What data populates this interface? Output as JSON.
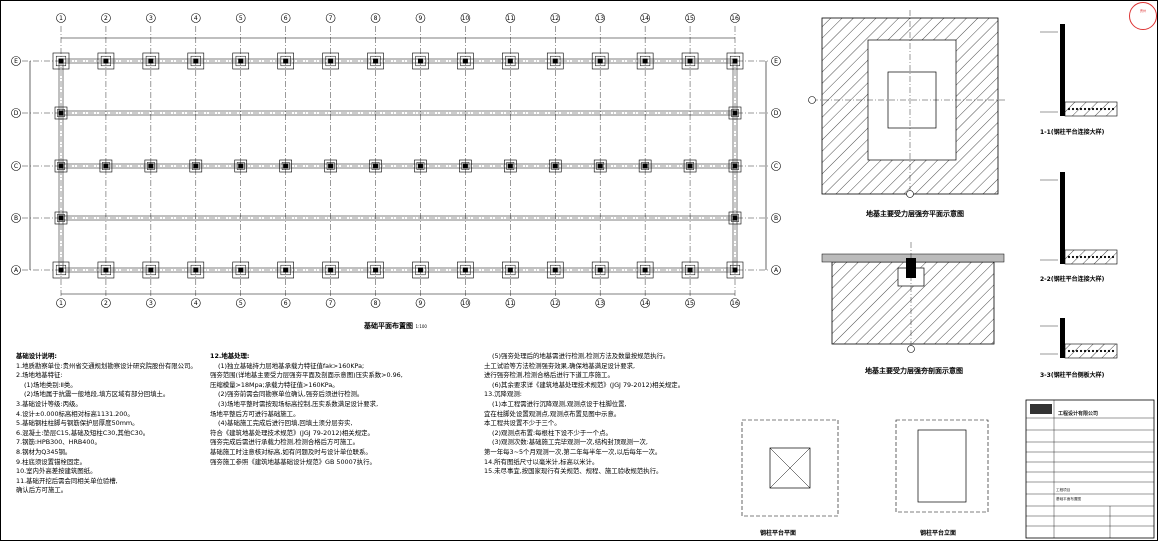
{
  "drawing": {
    "plan_title": "基础平面布置图",
    "plan_scale": "1:100",
    "grid_numbers": [
      "1",
      "2",
      "3",
      "4",
      "5",
      "6",
      "7",
      "8",
      "9",
      "10",
      "11",
      "12",
      "13",
      "14",
      "15",
      "16"
    ],
    "grid_letters": [
      "E",
      "D",
      "C",
      "B",
      "A"
    ],
    "strengthen_plan_title": "地基主要受力层强夯平面示意图",
    "strengthen_section_title": "地基主要受力层强夯剖面示意图",
    "section_1": "1-1(钢柱平台连接大样)",
    "section_2": "2-2(钢柱平台连接大样)",
    "section_3": "3-3(钢柱平台侧板大样)",
    "platform_plan": "钢柱平台平面",
    "platform_elev": "钢柱平台立面"
  },
  "notes_col1": {
    "title": "基础设计说明:",
    "lines": [
      "1.地质勘察单位:贵州省交通规划勘察设计研究院股份有限公司。",
      "2.场地地基特征:",
      "(1)场地类别:Ⅱ类。",
      "(2)场地属于抗震一般地段,填方区域有部分回填土。",
      "3.基础设计等级:丙级。",
      "4.设计±0.000标高相对标高1131.200。",
      "5.基础钢柱柱脚与钢筋保护层厚度50mm。",
      "6.混凝土:垫层C15,基础及短柱C30,其他C30。",
      "7.钢筋:HPB300、HRB400。",
      "8.钢材为Q345钢。",
      "9.柱底须设置锚栓固定。",
      "10.室内外高差按建筑图纸。",
      "11.基础开挖后需会同相关单位验槽,",
      "  确认后方可施工。"
    ]
  },
  "notes_col2": {
    "title": "12.地基处理:",
    "lines": [
      "(1)独立基础持力层地基承载力特征值fak>160KPa;",
      "强夯范围(详地基主要受力层强夯平面及剖面示意图)压实系数>0.96,",
      "压缩模量>18Mpa;承载力特征值>160KPa。",
      "(2)强夯前需会同勘察单位确认,强夯后须进行检测。",
      "(3)场地平整时需按现场标高控制,压实系数满足设计要求,",
      "场地平整后方可进行基础施工。",
      "(4)基础施工完成后进行回填,回填土须分层夯实,",
      "符合《建筑地基处理技术规范》(JGJ 79-2012)相关规定。",
      "强夯完成后需进行承载力检测,检测合格后方可施工。",
      "基础施工时注意核对标高,如有问题及时与设计单位联系。",
      "强夯施工参照《建筑地基基础设计规范》GB 50007执行。"
    ]
  },
  "notes_col3": {
    "lines": [
      "(5)强夯处理后的地基需进行检测,检测方法及数量按规范执行。",
      "土工试验等方法检测强夯效果,确保地基满足设计要求,",
      "进行强夯检测,检测合格后进行下道工序施工。",
      "(6)其余要求详《建筑地基处理技术规范》(JGJ 79-2012)相关规定。",
      "13.沉降观测:",
      "(1)本工程需进行沉降观测,观测点设于柱脚位置,",
      "宜在柱脚处设置观测点,观测点布置见图中示意。",
      "本工程共设置不少于三个。",
      "(2)观测点布置:每根柱下设不少于一个点。",
      "(3)观测次数:基础施工完毕观测一次,结构封顶观测一次,",
      "第一年每3~5个月观测一次,第二年每半年一次,以后每年一次。",
      "14.所有图纸尺寸以毫米计,标高以米计。",
      "15.未尽事宜,按国家现行有关规范、规程、施工验收规范执行。"
    ]
  },
  "title_block": {
    "company": "工程设计有限公司",
    "project": "工程项目",
    "drawing_name": "基础平面布置图",
    "seal_text": "贵州"
  }
}
